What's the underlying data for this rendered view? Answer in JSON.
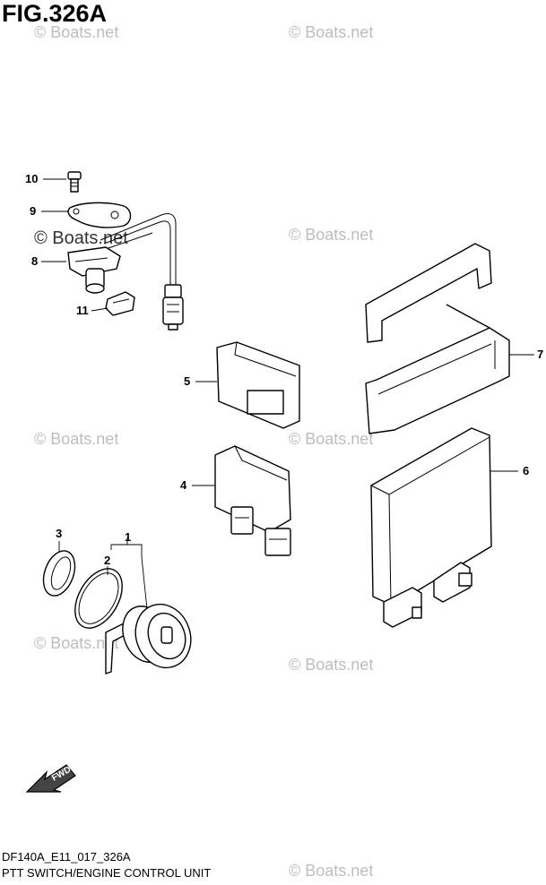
{
  "header": {
    "figure_title": "FIG.326A"
  },
  "footer": {
    "model_code": "DF140A_E11_017_326A",
    "section_title": "PTT SWITCH/ENGINE CONTROL UNIT"
  },
  "watermark": {
    "text": "© Boats.net",
    "text_prominent": "© Boats.net"
  },
  "direction_indicator": {
    "label": "FWD"
  },
  "callouts": [
    {
      "number": "1"
    },
    {
      "number": "2"
    },
    {
      "number": "3"
    },
    {
      "number": "4"
    },
    {
      "number": "5"
    },
    {
      "number": "6"
    },
    {
      "number": "7"
    },
    {
      "number": "8"
    },
    {
      "number": "9"
    },
    {
      "number": "10"
    },
    {
      "number": "11"
    }
  ]
}
